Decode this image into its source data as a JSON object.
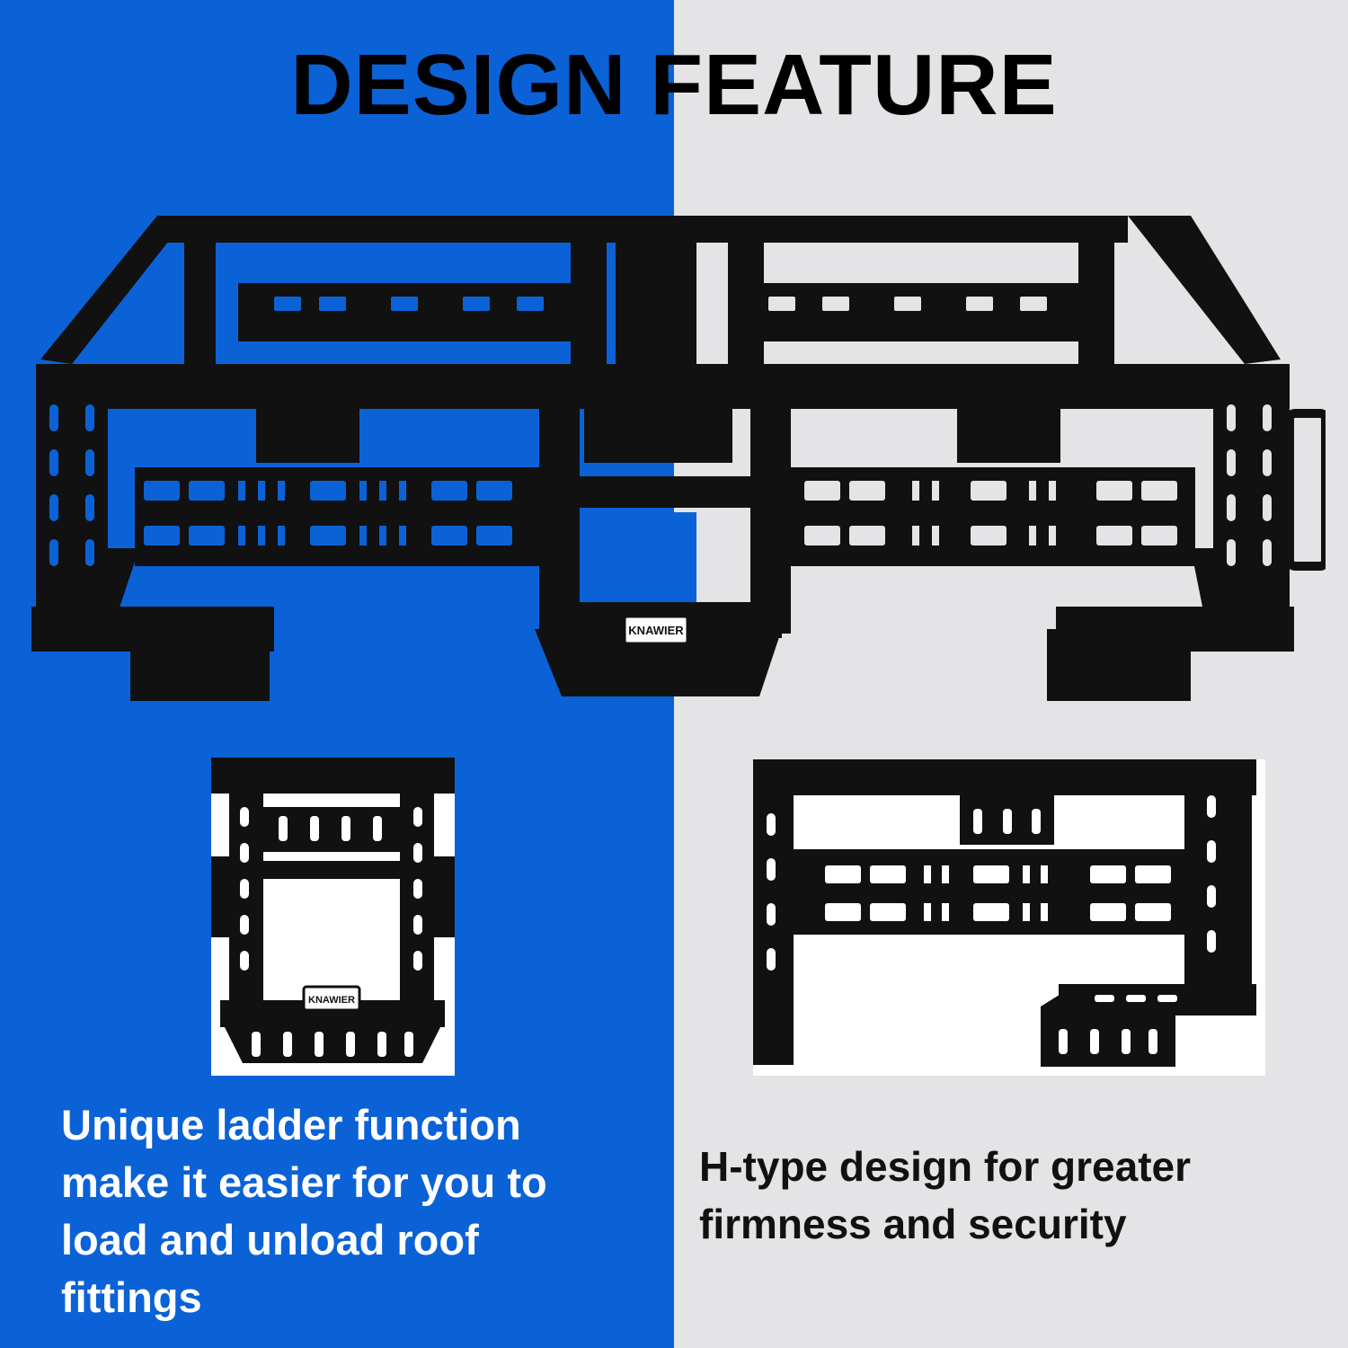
{
  "title": {
    "word1": "DESIGN",
    "word2": "FEATURE"
  },
  "brand": {
    "name": "KNAWIER"
  },
  "features": {
    "ladder": {
      "lines": [
        "Unique ladder function",
        "make it easier for you to",
        "load and unload roof",
        "fittings"
      ]
    },
    "h_type": {
      "lines": [
        "H-type design for greater",
        "firmness and security"
      ]
    }
  },
  "colors": {
    "left_bg": "#0b62d6",
    "right_bg": "#e4e3e5",
    "rack": "#111111"
  }
}
